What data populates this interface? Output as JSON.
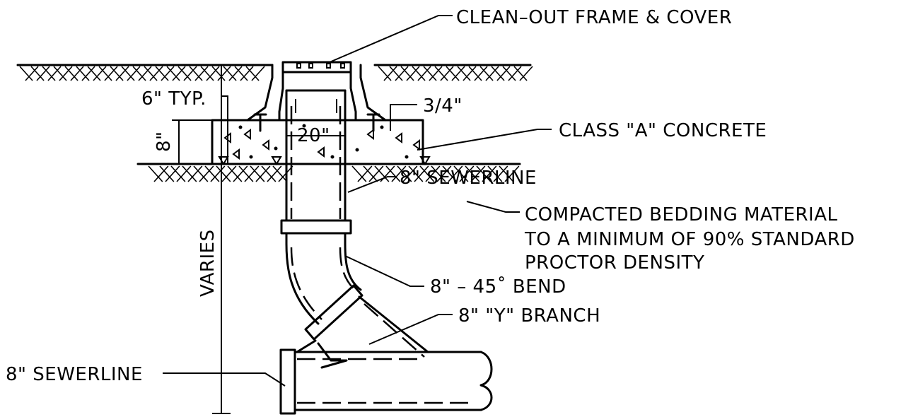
{
  "labels": {
    "frame_cover": "CLEAN–OUT FRAME & COVER",
    "typ": "6\" TYP.",
    "three_quarter": "3/4\"",
    "eight_in": "8\"",
    "twenty_in": "20\"",
    "concrete": "CLASS \"A\" CONCRETE",
    "sewerline_top": "8\" SEWERLINE",
    "bedding_1": "COMPACTED BEDDING MATERIAL",
    "bedding_2": "TO A MINIMUM OF 90% STANDARD",
    "bedding_3": "PROCTOR DENSITY",
    "bend": "8\" – 45˚ BEND",
    "branch": "8\" \"Y\" BRANCH",
    "varies": "VARIES",
    "sewerline_bottom": "8\" SEWERLINE"
  }
}
